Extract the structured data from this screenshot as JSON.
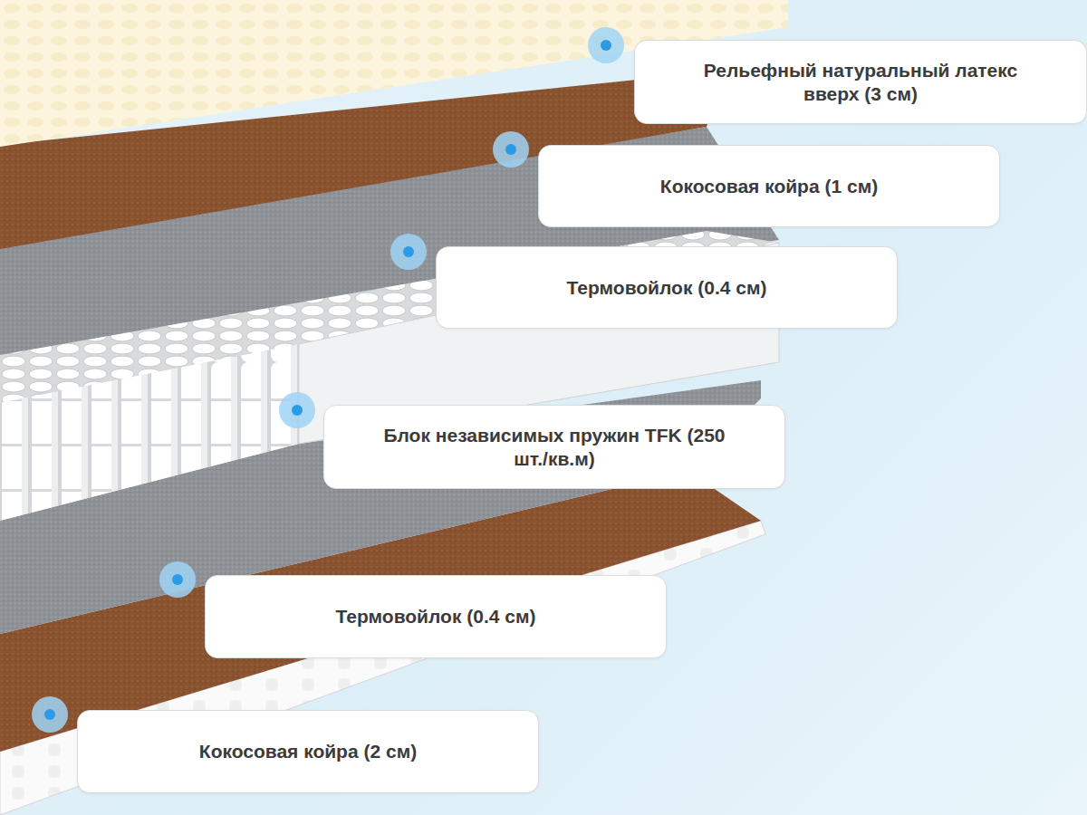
{
  "diagram": {
    "nodes": [
      {
        "text": [
          "Рельефный натуральный латекс вверх (3 см)"
        ]
      },
      {
        "text": [
          "Кокосовая койра (1 см)"
        ]
      },
      {
        "text": [
          "Термовойлок (0.4 см)"
        ]
      },
      {
        "text": [
          "Блок независимых пружин TFK (250 шт./кв.м)"
        ]
      },
      {
        "text": [
          "Термовойлок (0.4 см)"
        ]
      },
      {
        "text": [
          "Кокосовая койра (2 см)"
        ]
      }
    ]
  }
}
